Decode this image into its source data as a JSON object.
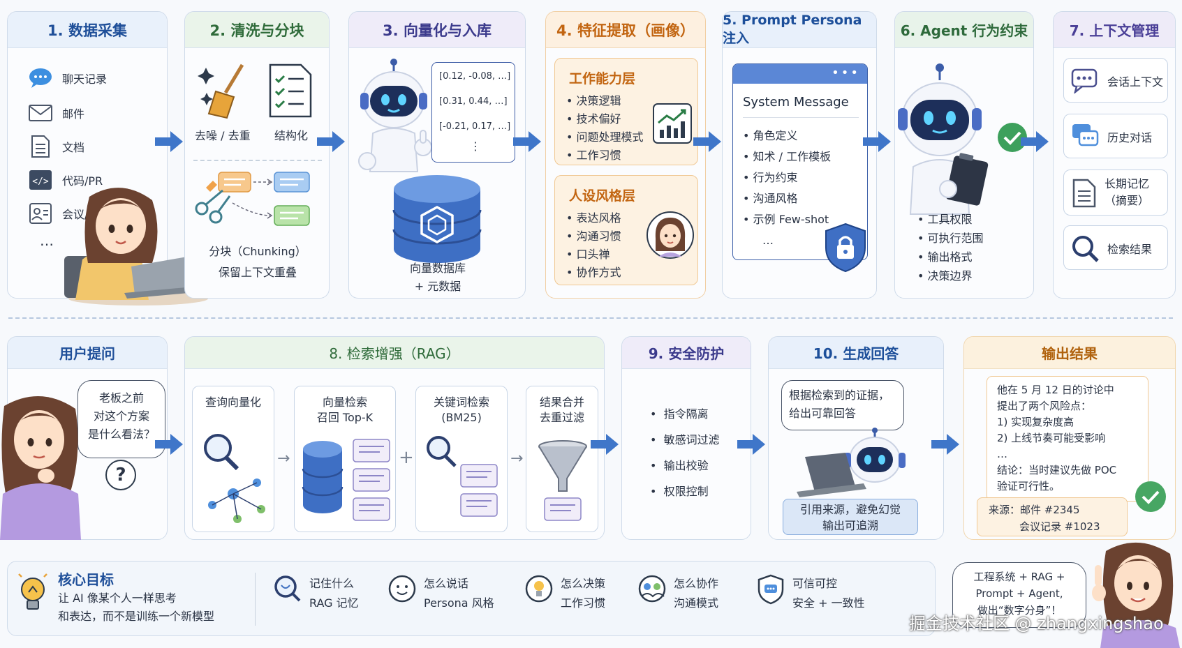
{
  "step1": {
    "title": "1. 数据采集",
    "items": [
      {
        "icon": "chat-bubble-icon",
        "label": "聊天记录"
      },
      {
        "icon": "mail-icon",
        "label": "邮件"
      },
      {
        "icon": "document-icon",
        "label": "文档"
      },
      {
        "icon": "code-icon",
        "label": "代码/PR"
      },
      {
        "icon": "meeting-icon",
        "label": "会议/工单"
      }
    ],
    "more": "…"
  },
  "step2": {
    "title": "2. 清洗与分块",
    "denoise": "去噪 / 去重",
    "structure": "结构化",
    "chunk1": "分块（Chunking）",
    "chunk2": "保留上下文重叠"
  },
  "step3": {
    "title": "3. 向量化与入库",
    "vectors": [
      "[0.12, -0.08, …]",
      "[0.31, 0.44, …]",
      "[-0.21, 0.17, …]",
      "⋮"
    ],
    "db1": "向量数据库",
    "db2": "+ 元数据"
  },
  "step4": {
    "title": "4. 特征提取（画像）",
    "layer1": {
      "title": "工作能力层",
      "items": [
        "决策逻辑",
        "技术偏好",
        "问题处理模式",
        "工作习惯"
      ]
    },
    "layer2": {
      "title": "人设风格层",
      "items": [
        "表达风格",
        "沟通习惯",
        "口头禅",
        "协作方式"
      ]
    }
  },
  "step5": {
    "title": "5. Prompt Persona 注入",
    "window_dots": "•••",
    "sys": "System Message",
    "items": [
      "角色定义",
      "知术 / 工作模板",
      "行为约束",
      "沟通风格",
      "示例 Few-shot"
    ],
    "more": "…"
  },
  "step6": {
    "title": "6. Agent 行为约束",
    "items": [
      "工具权限",
      "可执行范围",
      "输出格式",
      "决策边界"
    ]
  },
  "step7": {
    "title": "7. 上下文管理",
    "items": [
      {
        "icon": "chat-dots-icon",
        "label": "会话上下文"
      },
      {
        "icon": "history-chat-icon",
        "label": "历史对话"
      },
      {
        "icon": "memory-doc-icon",
        "label": "长期记忆\n（摘要）"
      },
      {
        "icon": "search-icon",
        "label": "检索结果"
      }
    ]
  },
  "user": {
    "title": "用户提问",
    "question": "老板之前\n对这个方案\n是什么看法？",
    "qmark": "?"
  },
  "step8": {
    "title": "8. 检索增强（RAG）",
    "boxes": [
      "查询向量化",
      "向量检索\n召回 Top-K",
      "关键词检索\n(BM25)",
      "结果合并\n去重过滤"
    ],
    "ops": [
      "→",
      "+",
      "→"
    ]
  },
  "step9": {
    "title": "9. 安全防护",
    "items": [
      "指令隔离",
      "敏感词过滤",
      "输出校验",
      "权限控制"
    ]
  },
  "step10": {
    "title": "10. 生成回答",
    "bubble": "根据检索到的证据，\n给出可靠回答",
    "note": "引用来源，避免幻觉\n输出可追溯"
  },
  "output": {
    "title": "输出结果",
    "text": "他在 5 月 12 日的讨论中\n提出了两个风险点：\n1) 实现复杂度高\n2) 上线节奏可能受影响\n…\n结论：当时建议先做 POC\n验证可行性。",
    "source1": "来源：邮件 #2345",
    "source2": "会议记录 #1023"
  },
  "goal": {
    "title": "核心目标",
    "desc": "让 AI 像某个人一样思考\n和表达，而不是训练一个新模型",
    "items": [
      {
        "icon": "memory-icon",
        "t1": "记住什么",
        "t2": "RAG 记忆"
      },
      {
        "icon": "speech-icon",
        "t1": "怎么说话",
        "t2": "Persona 风格"
      },
      {
        "icon": "decision-icon",
        "t1": "怎么决策",
        "t2": "工作习惯"
      },
      {
        "icon": "collab-icon",
        "t1": "怎么协作",
        "t2": "沟通模式"
      },
      {
        "icon": "shield-chat-icon",
        "t1": "可信可控",
        "t2": "安全 + 一致性"
      }
    ]
  },
  "tagline": "工程系统 + RAG +\nPrompt + Agent,\n做出“数字分身”！",
  "watermark": "掘金技术社区 @ zhangxingshao",
  "colors": {
    "arrow": "#3f76c9",
    "accent_orange": "#c26511",
    "robot": "#1d2f5a"
  }
}
